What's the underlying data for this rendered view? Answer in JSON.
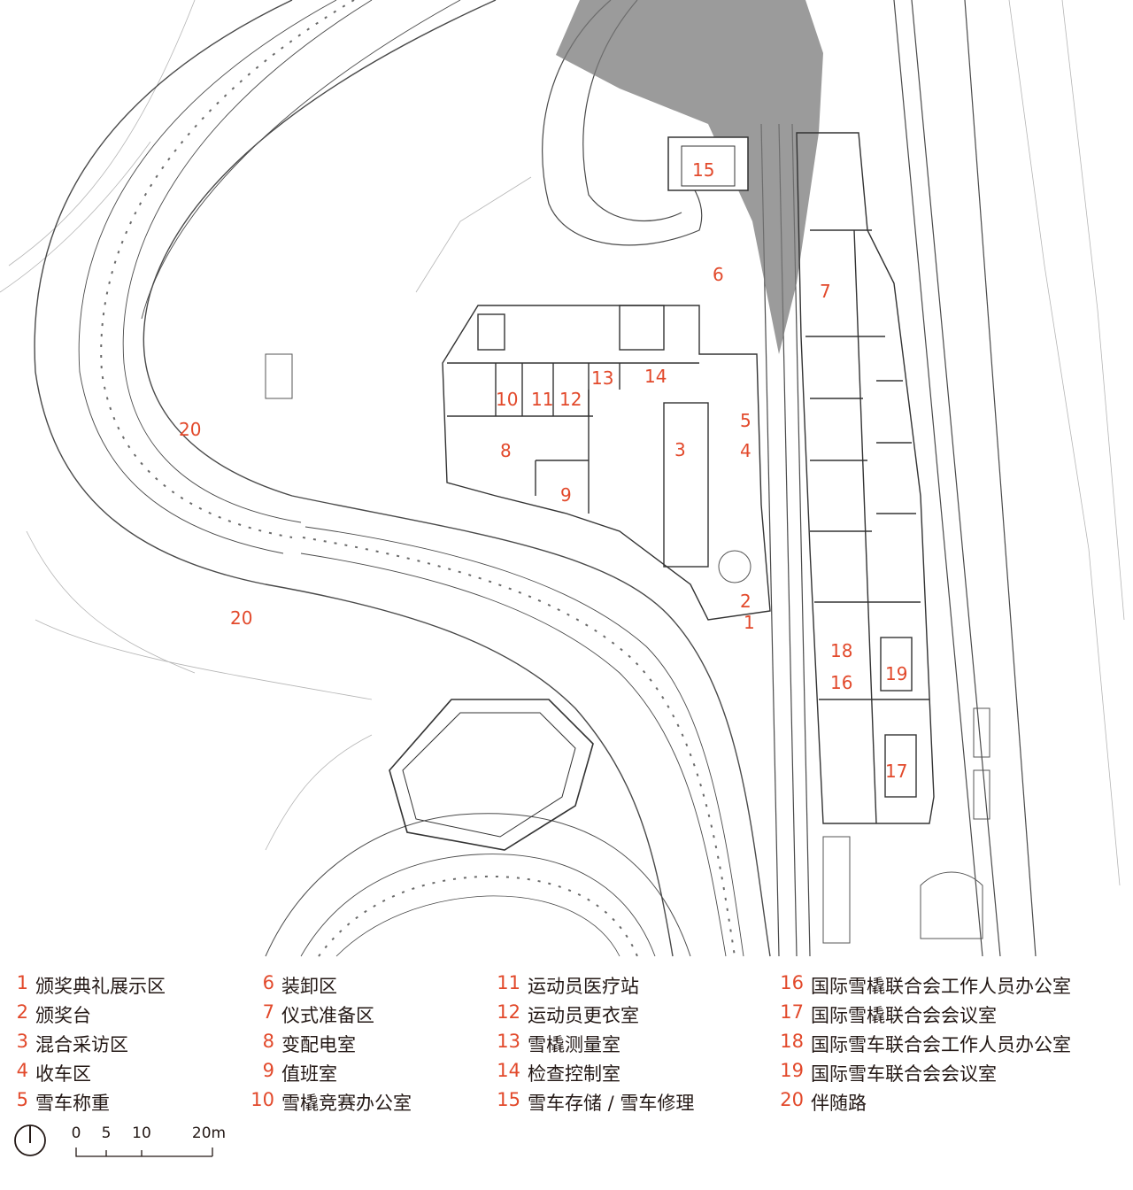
{
  "plan_labels": [
    {
      "id": "l1",
      "text": "1"
    },
    {
      "id": "l2",
      "text": "2"
    },
    {
      "id": "l3",
      "text": "3"
    },
    {
      "id": "l4",
      "text": "4"
    },
    {
      "id": "l5",
      "text": "5"
    },
    {
      "id": "l6",
      "text": "6"
    },
    {
      "id": "l7",
      "text": "7"
    },
    {
      "id": "l8",
      "text": "8"
    },
    {
      "id": "l9",
      "text": "9"
    },
    {
      "id": "l10",
      "text": "10"
    },
    {
      "id": "l11",
      "text": "11"
    },
    {
      "id": "l12",
      "text": "12"
    },
    {
      "id": "l13",
      "text": "13"
    },
    {
      "id": "l14",
      "text": "14"
    },
    {
      "id": "l15",
      "text": "15"
    },
    {
      "id": "l16",
      "text": "16"
    },
    {
      "id": "l17",
      "text": "17"
    },
    {
      "id": "l18",
      "text": "18"
    },
    {
      "id": "l19",
      "text": "19"
    },
    {
      "id": "l20a",
      "text": "20"
    },
    {
      "id": "l20b",
      "text": "20"
    }
  ],
  "legend": {
    "columns": [
      [
        {
          "num": "1",
          "text": "颁奖典礼展示区"
        },
        {
          "num": "2",
          "text": "颁奖台"
        },
        {
          "num": "3",
          "text": "混合采访区"
        },
        {
          "num": "4",
          "text": "收车区"
        },
        {
          "num": "5",
          "text": "雪车称重"
        }
      ],
      [
        {
          "num": "6",
          "text": "装卸区"
        },
        {
          "num": "7",
          "text": "仪式准备区"
        },
        {
          "num": "8",
          "text": "变配电室"
        },
        {
          "num": "9",
          "text": "值班室"
        },
        {
          "num": "10",
          "text": "雪橇竞赛办公室"
        }
      ],
      [
        {
          "num": "11",
          "text": "运动员医疗站"
        },
        {
          "num": "12",
          "text": "运动员更衣室"
        },
        {
          "num": "13",
          "text": "雪橇测量室"
        },
        {
          "num": "14",
          "text": "检查控制室"
        },
        {
          "num": "15",
          "text": "雪车存储 / 雪车修理"
        }
      ],
      [
        {
          "num": "16",
          "text": "国际雪橇联合会工作人员办公室"
        },
        {
          "num": "17",
          "text": "国际雪橇联合会会议室"
        },
        {
          "num": "18",
          "text": "国际雪车联合会工作人员办公室"
        },
        {
          "num": "19",
          "text": "国际雪车联合会会议室"
        },
        {
          "num": "20",
          "text": "伴随路"
        }
      ]
    ]
  },
  "scale": {
    "ticks": [
      "0",
      "5",
      "10",
      "20m"
    ]
  },
  "colors": {
    "label_red": "#e2492b",
    "line": "#4a4a4a",
    "shade": "#7a7a7a",
    "text": "#231815"
  },
  "icons": {
    "north": "north-arrow-icon"
  }
}
